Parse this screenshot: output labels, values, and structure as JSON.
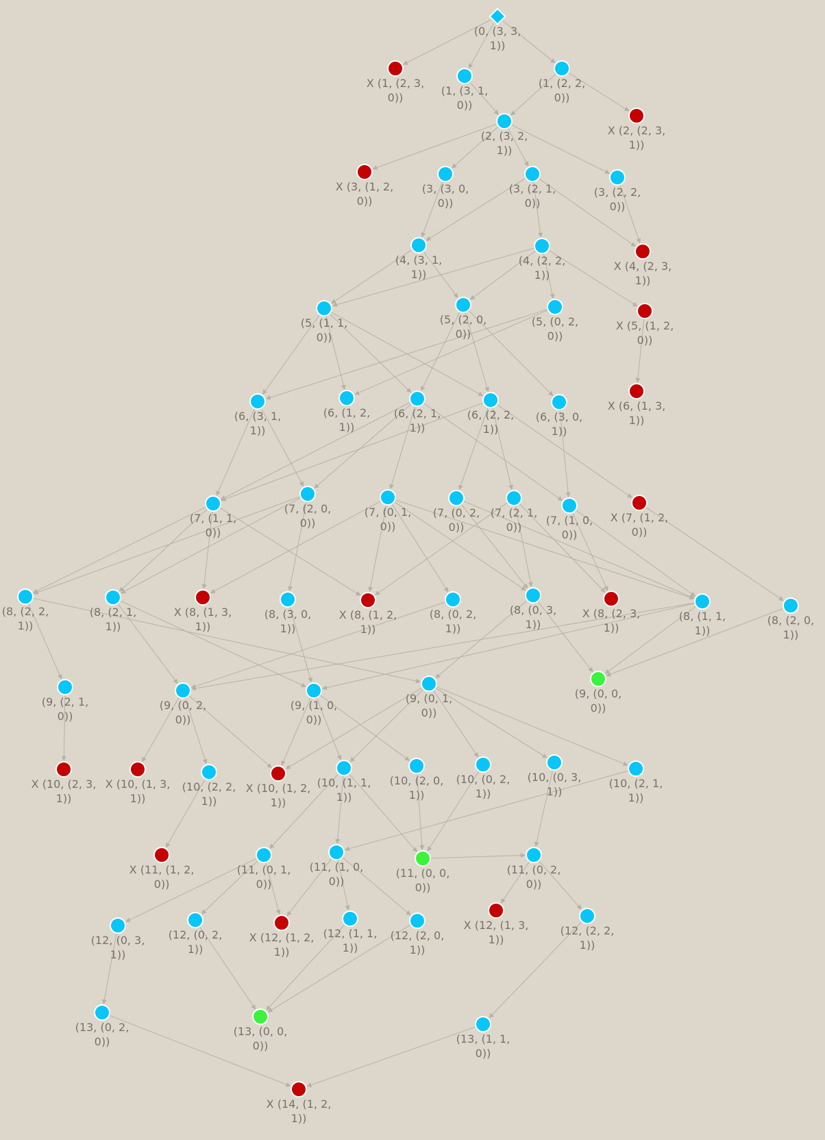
{
  "colors": {
    "background": "#dcd6cb",
    "valid": "#08c6f7",
    "invalid": "#c40000",
    "goal": "#39f43b",
    "edge": "#b7b0a6",
    "label": "#77716a"
  },
  "icons": {
    "start": "diamond-icon",
    "valid": "blue-circle-icon",
    "invalid": "red-circle-icon",
    "goal": "green-circle-icon"
  },
  "nodes": [
    {
      "id": "n0",
      "status": "start",
      "label": "(0, (3, 3, 1))"
    },
    {
      "id": "n1",
      "status": "invalid",
      "label": "X (1, (2, 3, 0))"
    },
    {
      "id": "n2",
      "status": "valid",
      "label": "(1, (3, 1, 0))"
    },
    {
      "id": "n3",
      "status": "valid",
      "label": "(1, (2, 2, 0))"
    },
    {
      "id": "n4",
      "status": "invalid",
      "label": "X (2, (2, 3, 1))"
    },
    {
      "id": "n5",
      "status": "valid",
      "label": "(2, (3, 2, 1))"
    },
    {
      "id": "n6",
      "status": "invalid",
      "label": "X (3, (1, 2, 0))"
    },
    {
      "id": "n7",
      "status": "valid",
      "label": "(3, (3, 0, 0))"
    },
    {
      "id": "n8",
      "status": "valid",
      "label": "(3, (2, 1, 0))"
    },
    {
      "id": "n9",
      "status": "valid",
      "label": "(3, (2, 2, 0))"
    },
    {
      "id": "n10",
      "status": "valid",
      "label": "(4, (3, 1, 1))"
    },
    {
      "id": "n11",
      "status": "valid",
      "label": "(4, (2, 2, 1))"
    },
    {
      "id": "n12",
      "status": "invalid",
      "label": "X (4, (2, 3, 1))"
    },
    {
      "id": "n13",
      "status": "valid",
      "label": "(5, (1, 1, 0))"
    },
    {
      "id": "n14",
      "status": "valid",
      "label": "(5, (2, 0, 0))"
    },
    {
      "id": "n15",
      "status": "valid",
      "label": "(5, (0, 2, 0))"
    },
    {
      "id": "n16",
      "status": "invalid",
      "label": "X (5, (1, 2, 0))"
    },
    {
      "id": "n17",
      "status": "valid",
      "label": "(6, (3, 1, 1))"
    },
    {
      "id": "n18",
      "status": "valid",
      "label": "(6, (1, 2, 1))"
    },
    {
      "id": "n19",
      "status": "valid",
      "label": "(6, (2, 1, 1))"
    },
    {
      "id": "n20",
      "status": "valid",
      "label": "(6, (2, 2, 1))"
    },
    {
      "id": "n21",
      "status": "valid",
      "label": "(6, (3, 0, 1))"
    },
    {
      "id": "n22",
      "status": "invalid",
      "label": "X (6, (1, 3, 1))"
    },
    {
      "id": "n23",
      "status": "valid",
      "label": "(7, (1, 1, 0))"
    },
    {
      "id": "n24",
      "status": "valid",
      "label": "(7, (2, 0, 0))"
    },
    {
      "id": "n25",
      "status": "valid",
      "label": "(7, (0, 1, 0))"
    },
    {
      "id": "n26",
      "status": "valid",
      "label": "(7, (0, 2, 0))"
    },
    {
      "id": "n27",
      "status": "valid",
      "label": "(7, (2, 1, 0))"
    },
    {
      "id": "n28",
      "status": "valid",
      "label": "(7, (1, 0, 0))"
    },
    {
      "id": "n29",
      "status": "invalid",
      "label": "X (7, (1, 2, 0))"
    },
    {
      "id": "n30",
      "status": "valid",
      "label": "(8, (2, 2, 1))"
    },
    {
      "id": "n31",
      "status": "valid",
      "label": "(8, (2, 1, 1))"
    },
    {
      "id": "n32",
      "status": "invalid",
      "label": "X (8, (1, 3, 1))"
    },
    {
      "id": "n33",
      "status": "valid",
      "label": "(8, (3, 0, 1))"
    },
    {
      "id": "n34",
      "status": "invalid",
      "label": "X (8, (1, 2, 1))"
    },
    {
      "id": "n35",
      "status": "valid",
      "label": "(8, (0, 2, 1))"
    },
    {
      "id": "n36",
      "status": "valid",
      "label": "(8, (0, 3, 1))"
    },
    {
      "id": "n37",
      "status": "invalid",
      "label": "X (8, (2, 3, 1))"
    },
    {
      "id": "n38",
      "status": "valid",
      "label": "(8, (1, 1, 1))"
    },
    {
      "id": "n39",
      "status": "valid",
      "label": "(8, (2, 0, 1))"
    },
    {
      "id": "n40",
      "status": "valid",
      "label": "(9, (2, 1, 0))"
    },
    {
      "id": "n41",
      "status": "valid",
      "label": "(9, (0, 2, 0))"
    },
    {
      "id": "n42",
      "status": "valid",
      "label": "(9, (1, 0, 0))"
    },
    {
      "id": "n43",
      "status": "valid",
      "label": "(9, (0, 1, 0))"
    },
    {
      "id": "n44",
      "status": "goal",
      "label": "(9, (0, 0, 0))"
    },
    {
      "id": "n45",
      "status": "invalid",
      "label": "X (10, (2, 3, 1))"
    },
    {
      "id": "n46",
      "status": "invalid",
      "label": "X (10, (1, 3, 1))"
    },
    {
      "id": "n47",
      "status": "valid",
      "label": "(10, (2, 2, 1))"
    },
    {
      "id": "n48",
      "status": "invalid",
      "label": "X (10, (1, 2, 1))"
    },
    {
      "id": "n49",
      "status": "valid",
      "label": "(10, (1, 1, 1))"
    },
    {
      "id": "n50",
      "status": "valid",
      "label": "(10, (2, 0, 1))"
    },
    {
      "id": "n51",
      "status": "valid",
      "label": "(10, (0, 2, 1))"
    },
    {
      "id": "n52",
      "status": "valid",
      "label": "(10, (0, 3, 1))"
    },
    {
      "id": "n53",
      "status": "valid",
      "label": "(10, (2, 1, 1))"
    },
    {
      "id": "n54",
      "status": "invalid",
      "label": "X (11, (1, 2, 0))"
    },
    {
      "id": "n55",
      "status": "valid",
      "label": "(11, (0, 1, 0))"
    },
    {
      "id": "n56",
      "status": "valid",
      "label": "(11, (1, 0, 0))"
    },
    {
      "id": "n57",
      "status": "goal",
      "label": "(11, (0, 0, 0))"
    },
    {
      "id": "n58",
      "status": "valid",
      "label": "(11, (0, 2, 0))"
    },
    {
      "id": "n59",
      "status": "valid",
      "label": "(12, (0, 3, 1))"
    },
    {
      "id": "n60",
      "status": "valid",
      "label": "(12, (0, 2, 1))"
    },
    {
      "id": "n61",
      "status": "invalid",
      "label": "X (12, (1, 2, 1))"
    },
    {
      "id": "n62",
      "status": "valid",
      "label": "(12, (1, 1, 1))"
    },
    {
      "id": "n63",
      "status": "valid",
      "label": "(12, (2, 0, 1))"
    },
    {
      "id": "n64",
      "status": "invalid",
      "label": "X (12, (1, 3, 1))"
    },
    {
      "id": "n65",
      "status": "valid",
      "label": "(12, (2, 2, 1))"
    },
    {
      "id": "n66",
      "status": "valid",
      "label": "(13, (0, 2, 0))"
    },
    {
      "id": "n67",
      "status": "goal",
      "label": "(13, (0, 0, 0))"
    },
    {
      "id": "n68",
      "status": "valid",
      "label": "(13, (1, 1, 0))"
    },
    {
      "id": "n69",
      "status": "invalid",
      "label": "X (14, (1, 2, 1))"
    }
  ],
  "edges": [
    [
      "n0",
      "n1"
    ],
    [
      "n0",
      "n2"
    ],
    [
      "n0",
      "n3"
    ],
    [
      "n3",
      "n5"
    ],
    [
      "n3",
      "n4"
    ],
    [
      "n2",
      "n5"
    ],
    [
      "n5",
      "n6"
    ],
    [
      "n5",
      "n7"
    ],
    [
      "n5",
      "n8"
    ],
    [
      "n5",
      "n9"
    ],
    [
      "n8",
      "n10"
    ],
    [
      "n7",
      "n10"
    ],
    [
      "n8",
      "n11"
    ],
    [
      "n8",
      "n12"
    ],
    [
      "n9",
      "n12"
    ],
    [
      "n10",
      "n13"
    ],
    [
      "n10",
      "n14"
    ],
    [
      "n11",
      "n13"
    ],
    [
      "n11",
      "n14"
    ],
    [
      "n11",
      "n15"
    ],
    [
      "n11",
      "n16"
    ],
    [
      "n13",
      "n17"
    ],
    [
      "n13",
      "n18"
    ],
    [
      "n13",
      "n19"
    ],
    [
      "n13",
      "n20"
    ],
    [
      "n14",
      "n19"
    ],
    [
      "n14",
      "n20"
    ],
    [
      "n14",
      "n21"
    ],
    [
      "n15",
      "n17"
    ],
    [
      "n15",
      "n18"
    ],
    [
      "n16",
      "n22"
    ],
    [
      "n17",
      "n23"
    ],
    [
      "n17",
      "n24"
    ],
    [
      "n19",
      "n23"
    ],
    [
      "n19",
      "n25"
    ],
    [
      "n19",
      "n28"
    ],
    [
      "n19",
      "n24"
    ],
    [
      "n20",
      "n23"
    ],
    [
      "n20",
      "n26"
    ],
    [
      "n20",
      "n27"
    ],
    [
      "n20",
      "n29"
    ],
    [
      "n21",
      "n28"
    ],
    [
      "n23",
      "n30"
    ],
    [
      "n23",
      "n31"
    ],
    [
      "n23",
      "n32"
    ],
    [
      "n23",
      "n34"
    ],
    [
      "n24",
      "n30"
    ],
    [
      "n24",
      "n31"
    ],
    [
      "n24",
      "n33"
    ],
    [
      "n25",
      "n32"
    ],
    [
      "n25",
      "n34"
    ],
    [
      "n25",
      "n35"
    ],
    [
      "n25",
      "n36"
    ],
    [
      "n25",
      "n38"
    ],
    [
      "n26",
      "n36"
    ],
    [
      "n26",
      "n38"
    ],
    [
      "n27",
      "n36"
    ],
    [
      "n27",
      "n37"
    ],
    [
      "n27",
      "n34"
    ],
    [
      "n28",
      "n37"
    ],
    [
      "n28",
      "n38"
    ],
    [
      "n29",
      "n39"
    ],
    [
      "n30",
      "n40"
    ],
    [
      "n30",
      "n43"
    ],
    [
      "n31",
      "n41"
    ],
    [
      "n31",
      "n42"
    ],
    [
      "n33",
      "n42"
    ],
    [
      "n35",
      "n41"
    ],
    [
      "n36",
      "n43"
    ],
    [
      "n36",
      "n44"
    ],
    [
      "n38",
      "n41"
    ],
    [
      "n38",
      "n42"
    ],
    [
      "n38",
      "n44"
    ],
    [
      "n39",
      "n44"
    ],
    [
      "n40",
      "n45"
    ],
    [
      "n41",
      "n46"
    ],
    [
      "n41",
      "n47"
    ],
    [
      "n41",
      "n48"
    ],
    [
      "n42",
      "n48"
    ],
    [
      "n42",
      "n49"
    ],
    [
      "n42",
      "n50"
    ],
    [
      "n43",
      "n48"
    ],
    [
      "n43",
      "n49"
    ],
    [
      "n43",
      "n51"
    ],
    [
      "n43",
      "n52"
    ],
    [
      "n43",
      "n53"
    ],
    [
      "n47",
      "n54"
    ],
    [
      "n49",
      "n55"
    ],
    [
      "n49",
      "n56"
    ],
    [
      "n49",
      "n57"
    ],
    [
      "n50",
      "n57"
    ],
    [
      "n51",
      "n57"
    ],
    [
      "n52",
      "n58"
    ],
    [
      "n53",
      "n56"
    ],
    [
      "n55",
      "n59"
    ],
    [
      "n55",
      "n60"
    ],
    [
      "n55",
      "n61"
    ],
    [
      "n56",
      "n61"
    ],
    [
      "n56",
      "n62"
    ],
    [
      "n56",
      "n63"
    ],
    [
      "n57",
      "n58"
    ],
    [
      "n58",
      "n64"
    ],
    [
      "n58",
      "n65"
    ],
    [
      "n59",
      "n66"
    ],
    [
      "n60",
      "n67"
    ],
    [
      "n62",
      "n67"
    ],
    [
      "n63",
      "n67"
    ],
    [
      "n65",
      "n68"
    ],
    [
      "n66",
      "n69"
    ],
    [
      "n68",
      "n69"
    ]
  ]
}
